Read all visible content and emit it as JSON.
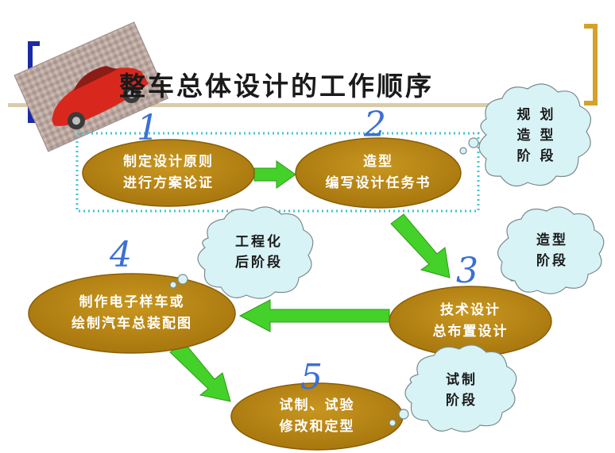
{
  "title": "整车总体设计的工作顺序",
  "colors": {
    "ellipse": "#b88614",
    "arrow": "#44d12a",
    "cloud": "#d8f3f6",
    "number": "#3c6fd6",
    "bracket_left": "#1b2aa6",
    "bracket_right": "#d4a22a",
    "dotted_box": "#3fc6d2",
    "title_line": "#d6c9a0"
  },
  "steps": [
    {
      "number": "1",
      "lines": [
        "制定设计原则",
        "进行方案论证"
      ]
    },
    {
      "number": "2",
      "lines": [
        "造型",
        "编写设计任务书"
      ]
    },
    {
      "number": "3",
      "lines": [
        "技术设计",
        "总布置设计"
      ]
    },
    {
      "number": "4",
      "lines": [
        "制作电子样车或",
        "绘制汽车总装配图"
      ]
    },
    {
      "number": "5",
      "lines": [
        "试制、试验",
        "修改和定型"
      ]
    }
  ],
  "clouds": [
    {
      "lines": [
        "规 划",
        "造 型",
        "阶 段"
      ]
    },
    {
      "lines": [
        "造型",
        "阶段"
      ]
    },
    {
      "lines": [
        "工程化",
        "后阶段"
      ]
    },
    {
      "lines": [
        "试制",
        "阶段"
      ]
    }
  ],
  "image": {
    "icon": "red-car-photo-icon"
  }
}
